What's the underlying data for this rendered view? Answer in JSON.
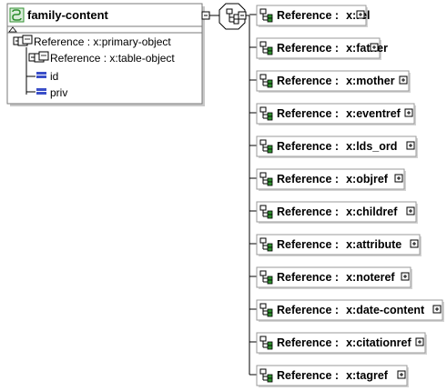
{
  "root": {
    "title": "family-content",
    "icon": "complex-type-icon",
    "attributes": [
      {
        "label": "Reference : x:primary-object",
        "icon": "reference-group-icon"
      },
      {
        "label": "Reference : x:table-object",
        "icon": "reference-group-icon"
      },
      {
        "label": "id",
        "icon": "attribute-icon"
      },
      {
        "label": "priv",
        "icon": "attribute-icon"
      }
    ]
  },
  "compositor": {
    "icon": "sequence-compositor-icon"
  },
  "references": [
    {
      "prefix": "Reference :",
      "name": "x:rel",
      "expand": "plus-box-icon"
    },
    {
      "prefix": "Reference :",
      "name": "x:father",
      "expand": "plus-box-icon"
    },
    {
      "prefix": "Reference :",
      "name": "x:mother",
      "expand": "plus-box-icon"
    },
    {
      "prefix": "Reference :",
      "name": "x:eventref",
      "expand": "plus-box-icon"
    },
    {
      "prefix": "Reference :",
      "name": "x:lds_ord",
      "expand": "plus-box-icon"
    },
    {
      "prefix": "Reference :",
      "name": "x:objref",
      "expand": "plus-box-icon"
    },
    {
      "prefix": "Reference :",
      "name": "x:childref",
      "expand": "plus-box-icon"
    },
    {
      "prefix": "Reference :",
      "name": "x:attribute",
      "expand": "plus-box-icon"
    },
    {
      "prefix": "Reference :",
      "name": "x:noteref",
      "expand": "plus-box-icon"
    },
    {
      "prefix": "Reference :",
      "name": "x:date-content",
      "expand": "plus-box-icon"
    },
    {
      "prefix": "Reference :",
      "name": "x:citationref",
      "expand": "plus-box-icon"
    },
    {
      "prefix": "Reference :",
      "name": "x:tagref",
      "expand": "plus-box-icon"
    }
  ],
  "colors": {
    "box_border": "#7a7a7a",
    "shadow": "#c8c8c8",
    "element_icon_green": "#2f8f2f",
    "attribute_icon_blue": "#3b4fc8",
    "line": "#000000"
  }
}
